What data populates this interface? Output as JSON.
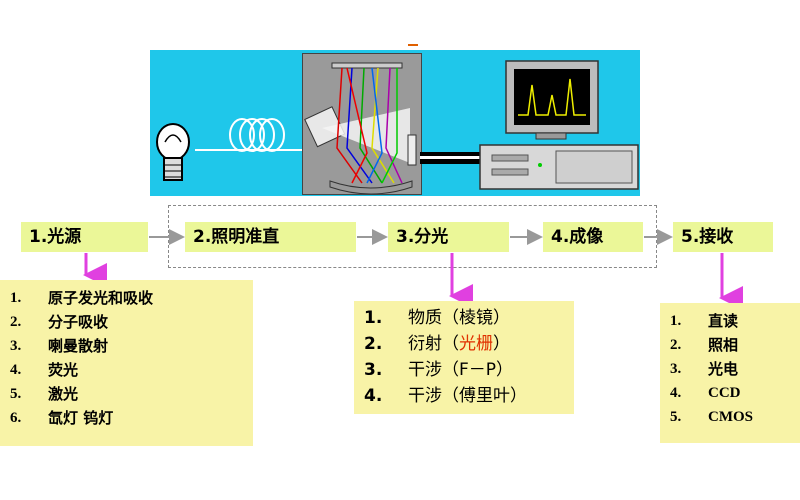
{
  "stages": [
    {
      "label": "1.光源"
    },
    {
      "label": "2.照明准直"
    },
    {
      "label": "3.分光"
    },
    {
      "label": "4.成像"
    },
    {
      "label": "5.接收"
    }
  ],
  "light_source_list": [
    {
      "num": "1.",
      "text": "原子发光和吸收"
    },
    {
      "num": "2.",
      "text": "分子吸收"
    },
    {
      "num": "3.",
      "text": "喇曼散射"
    },
    {
      "num": "4.",
      "text": "荧光"
    },
    {
      "num": "5.",
      "text": "激光"
    },
    {
      "num": "6.",
      "text": "氙灯 钨灯"
    }
  ],
  "dispersion_list": [
    {
      "num": "1.",
      "pre": "物质（棱镜）",
      "hl": "",
      "post": ""
    },
    {
      "num": "2.",
      "pre": "衍射（",
      "hl": "光栅",
      "post": "）"
    },
    {
      "num": "3.",
      "pre": "干涉（F－P）",
      "hl": "",
      "post": ""
    },
    {
      "num": "4.",
      "pre": "干涉（傅里叶）",
      "hl": "",
      "post": ""
    }
  ],
  "receiver_list": [
    {
      "num": "1.",
      "text": "直读"
    },
    {
      "num": "2.",
      "text": "照相"
    },
    {
      "num": "3.",
      "text": "光电"
    },
    {
      "num": "4.",
      "text": "CCD"
    },
    {
      "num": "5.",
      "text": "CMOS"
    }
  ],
  "colors": {
    "panel": "#1fc7ea",
    "stage_box": "#ebf798",
    "list_box": "#f8f3a7",
    "arrow": "#e040e0",
    "highlight": "#e03000"
  }
}
